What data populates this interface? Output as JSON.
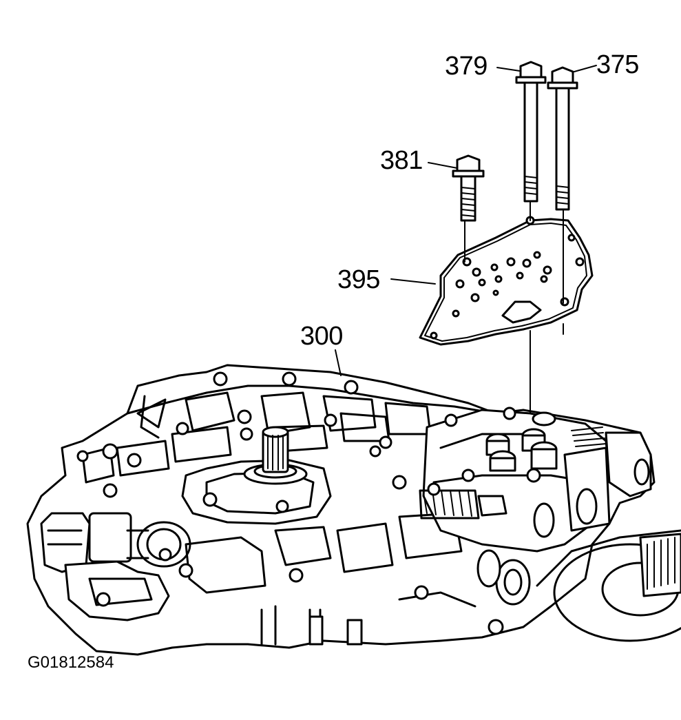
{
  "callouts": {
    "bolt_379": "379",
    "bolt_375": "375",
    "bolt_381": "381",
    "plate_395": "395",
    "valve_body_300": "300"
  },
  "figure_id": "G01812584"
}
